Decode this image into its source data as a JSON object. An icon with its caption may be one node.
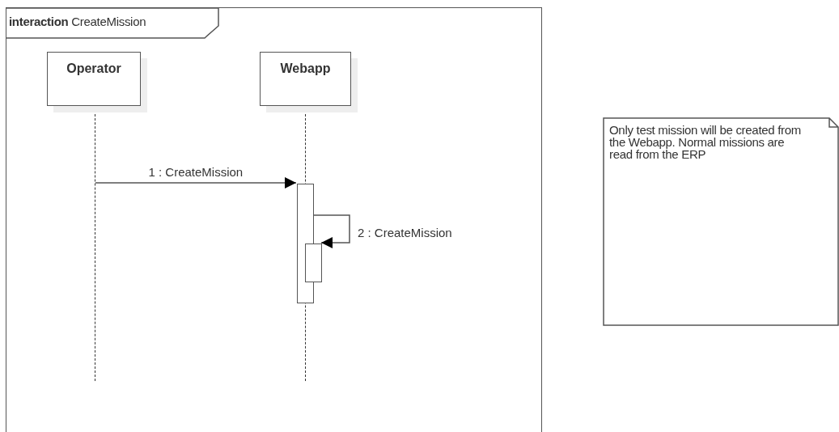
{
  "diagram": {
    "nodes": [
      {
        "text": [
          "**interaction** CreateMission"
        ]
      },
      {
        "text": [
          "Operator"
        ],
        "in": 0
      },
      {
        "text": [
          "Webapp"
        ],
        "in": 0
      },
      {
        "text": [],
        "shape": "line",
        "in": 0
      },
      {
        "text": [],
        "shape": "line",
        "in": 0
      },
      {
        "text": [],
        "shape": "bar",
        "in": 0
      },
      {
        "text": [],
        "shape": "bar",
        "in": 0
      },
      {
        "text": [
          "Only test mission will be created from the Webapp. Normal missions are read from the ERP"
        ]
      }
    ],
    "edges": [
      {
        "from": 3,
        "to": 5,
        "arrow": "to",
        "label": "1 : CreateMission"
      },
      {
        "from": 5,
        "to": 6,
        "arrow": "to",
        "label": "2 : CreateMission"
      }
    ]
  }
}
